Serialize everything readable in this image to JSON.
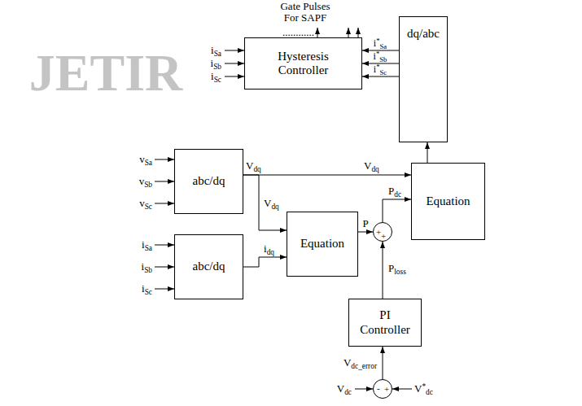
{
  "diagram": {
    "nodes": [
      {
        "text": [
          "Hysteresis Controller"
        ]
      },
      {
        "text": [
          "dq/abc"
        ]
      },
      {
        "text": [
          "abc/dq"
        ]
      },
      {
        "text": [
          "Equation"
        ]
      },
      {
        "text": [
          "Equation"
        ]
      },
      {
        "text": [
          "+",
          "+"
        ]
      },
      {
        "text": [
          "abc/dq"
        ]
      },
      {
        "text": [
          "PI Controller"
        ]
      },
      {
        "text": [
          "-",
          "+"
        ]
      }
    ],
    "edges": [
      {
        "from": 1,
        "to": 0,
        "arrow": "to",
        "label": "i*Sa"
      },
      {
        "from": 1,
        "to": 0,
        "arrow": "to",
        "label": "i*Sb"
      },
      {
        "from": 1,
        "to": 0,
        "arrow": "to",
        "label": "i*Sc"
      },
      {
        "from": 2,
        "to": 3,
        "arrow": "to",
        "label": "Vdq"
      },
      {
        "from": 2,
        "to": 4,
        "arrow": "to",
        "label": "Vdq"
      },
      {
        "from": 6,
        "to": 4,
        "arrow": "to",
        "label": "idq"
      },
      {
        "from": 4,
        "to": 5,
        "arrow": "to",
        "label": "P"
      },
      {
        "from": 5,
        "to": 3,
        "arrow": "to",
        "label": "Pdc"
      },
      {
        "from": 7,
        "to": 5,
        "arrow": "to",
        "label": "Ploss"
      },
      {
        "from": 8,
        "to": 7,
        "arrow": "to",
        "label": "Vdc_error"
      },
      {
        "from": 3,
        "to": 1,
        "arrow": "to"
      }
    ],
    "labels": [
      "JETIR",
      "Gate Pulses For SAPF",
      "............",
      "iSa",
      "iSb",
      "iSc",
      "vSa",
      "vSb",
      "vSc",
      "iSa",
      "iSb",
      "iSc",
      "Vdq",
      "Vdc",
      "V*dc"
    ]
  }
}
